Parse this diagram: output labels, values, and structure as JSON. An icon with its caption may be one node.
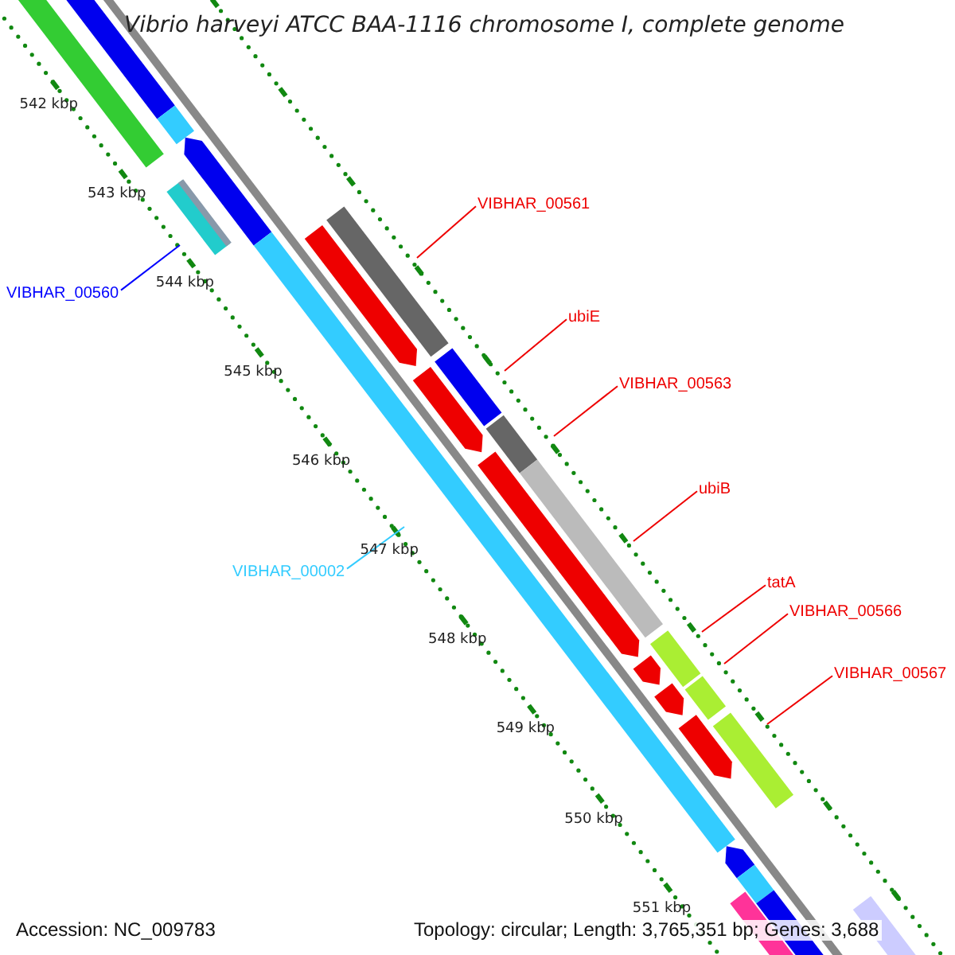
{
  "diagram": {
    "title": "Vibrio harveyi ATCC BAA-1116 chromosome I, complete genome",
    "nodes": [
      {
        "text": [
          "VIBHAR_00561"
        ]
      },
      {
        "text": [
          "VIBHAR_00560"
        ]
      },
      {
        "text": [
          "ubiE"
        ]
      },
      {
        "text": [
          "VIBHAR_00563"
        ]
      },
      {
        "text": [
          "ubiB"
        ]
      },
      {
        "text": [
          "VIBHAR_00002"
        ]
      },
      {
        "text": [
          "tatA"
        ]
      },
      {
        "text": [
          "VIBHAR_00566"
        ]
      },
      {
        "text": [
          "VIBHAR_00567"
        ]
      }
    ],
    "edges": [
      {
        "from": 0,
        "to": null,
        "arrow": "none"
      },
      {
        "from": 1,
        "to": null,
        "arrow": "none",
        "color": "#0000ff"
      },
      {
        "from": 2,
        "to": null,
        "arrow": "none"
      },
      {
        "from": 3,
        "to": null,
        "arrow": "none"
      },
      {
        "from": 4,
        "to": null,
        "arrow": "none"
      },
      {
        "from": 5,
        "to": null,
        "arrow": "none",
        "color": "#33ccff"
      },
      {
        "from": 6,
        "to": null,
        "arrow": "none"
      },
      {
        "from": 7,
        "to": null,
        "arrow": "none"
      },
      {
        "from": 8,
        "to": null,
        "arrow": "none"
      }
    ],
    "labels": [
      "542 kbp",
      "543 kbp",
      "544 kbp",
      "545 kbp",
      "546 kbp",
      "547 kbp",
      "548 kbp",
      "549 kbp",
      "550 kbp",
      "551 kbp",
      "Accession: NC_009783",
      "Topology: circular; Length: 3,765,351 bp; Genes: 3,688"
    ]
  }
}
